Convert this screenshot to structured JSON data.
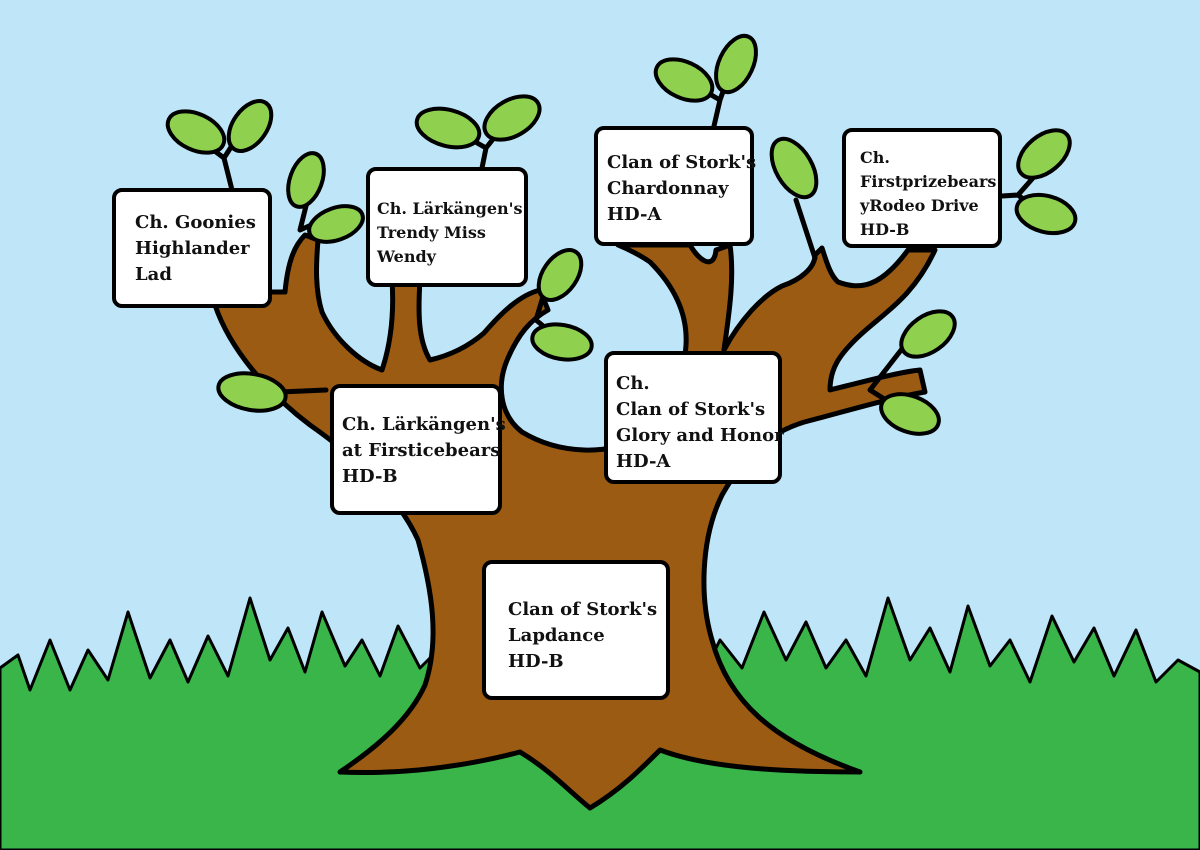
{
  "colors": {
    "sky": "#bfe6f8",
    "grass": "#3ab54a",
    "trunk": "#9b5b12",
    "leaf": "#8fd14f",
    "card": "#ffffff",
    "outline": "#000000"
  },
  "members": [
    {
      "id": "goonies",
      "lines": [
        "Ch. Goonies",
        "Highlander",
        "Lad"
      ]
    },
    {
      "id": "trendy",
      "lines": [
        "Ch. Lärkängen's",
        "Trendy Miss",
        "Wendy"
      ]
    },
    {
      "id": "chardonnay",
      "lines": [
        "Clan of Stork's",
        "Chardonnay",
        "HD-A"
      ]
    },
    {
      "id": "rodeo",
      "lines": [
        "Ch.",
        "Firstprizebears",
        "yRodeo Drive",
        "HD-B"
      ]
    },
    {
      "id": "firstice",
      "lines": [
        "Ch. Lärkängen's",
        "at Firsticebears",
        "HD-B"
      ]
    },
    {
      "id": "glory",
      "lines": [
        "Ch.",
        "Clan of Stork's",
        "Glory and Honor",
        "HD-A"
      ]
    },
    {
      "id": "lapdance",
      "lines": [
        "Clan of Stork's",
        "Lapdance",
        "HD-B"
      ]
    }
  ]
}
